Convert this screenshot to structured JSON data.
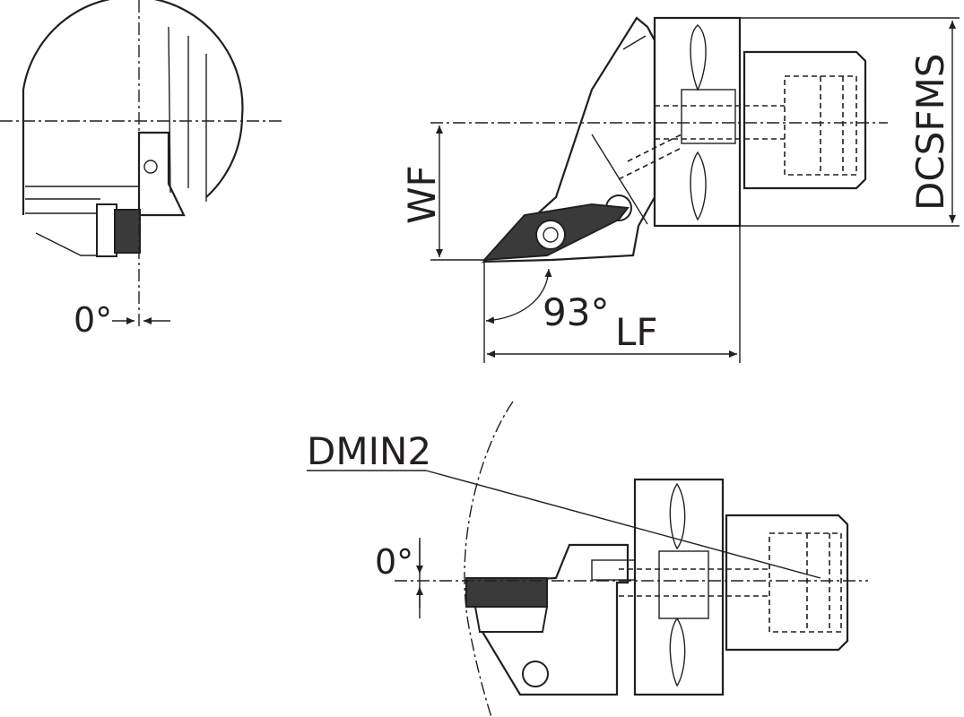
{
  "labels": {
    "angle_left": "0°",
    "wf": "WF",
    "angle_main": "93°",
    "lf": "LF",
    "dcsfms": "DCSFMS",
    "dmin2": "DMIN2",
    "angle_bottom": "0°"
  },
  "colors": {
    "line": "#231f20",
    "insert": "#3a3a3a",
    "background": "#ffffff"
  }
}
